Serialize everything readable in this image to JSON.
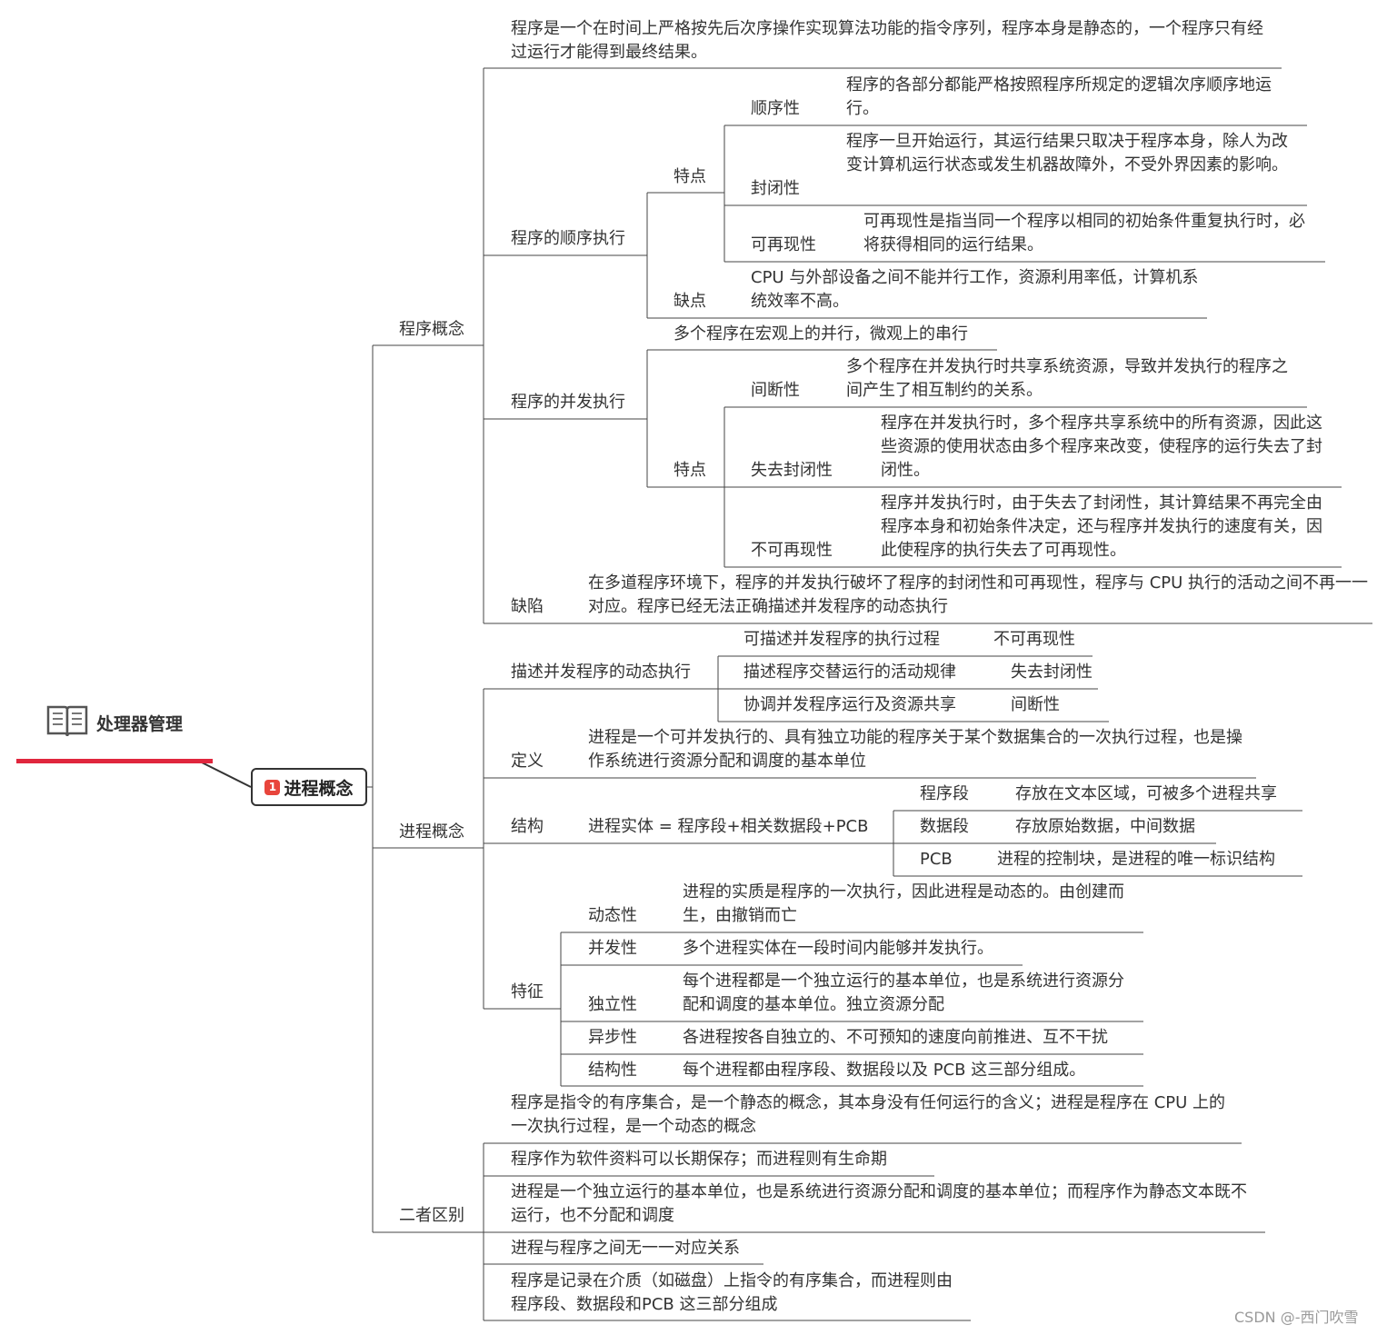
{
  "root": {
    "title": "处理器管理",
    "icon": "book-icon"
  },
  "main": {
    "badge": "1",
    "title": "进程概念"
  },
  "program_concept": {
    "label": "程序概念",
    "definition": "程序是一个在时间上严格按先后次序操作实现算法功能的指令序列，程序本身是静态的，一个程序只有经过运行才能得到最终结果。",
    "sequential": {
      "label": "程序的顺序执行",
      "features_label": "特点",
      "features": [
        {
          "name": "顺序性",
          "desc": "程序的各部分都能严格按照程序所规定的逻辑次序顺序地运行。"
        },
        {
          "name": "封闭性",
          "desc": "程序一旦开始运行，其运行结果只取决于程序本身，除人为改变计算机运行状态或发生机器故障外，不受外界因素的影响。"
        },
        {
          "name": "可再现性",
          "desc": "可再现性是指当同一个程序以相同的初始条件重复执行时，必将获得相同的运行结果。"
        }
      ],
      "drawback_label": "缺点",
      "drawback": " CPU 与外部设备之间不能并行工作，资源利用率低，计算机系统效率不高。"
    },
    "concurrent": {
      "label": "程序的并发执行",
      "summary": "多个程序在宏观上的并行，微观上的串行",
      "features_label": "特点",
      "features": [
        {
          "name": "间断性",
          "desc": "多个程序在并发执行时共享系统资源，导致并发执行的程序之间产生了相互制约的关系。"
        },
        {
          "name": "失去封闭性",
          "desc": "程序在并发执行时，多个程序共享系统中的所有资源，因此这些资源的使用状态由多个程序来改变，使程序的运行失去了封闭性。"
        },
        {
          "name": "不可再现性",
          "desc": "程序并发执行时，由于失去了封闭性，其计算结果不再完全由程序本身和初始条件决定，还与程序并发执行的速度有关，因此使程序的执行失去了可再现性。"
        }
      ]
    },
    "defect_label": "缺陷",
    "defect": "在多道程序环境下，程序的并发执行破坏了程序的封闭性和可再现性，程序与 CPU 执行的活动之间不再一一对应。程序已经无法正确描述并发程序的动态执行"
  },
  "process_concept": {
    "label": "进程概念",
    "dynamic": {
      "label": "描述并发程序的动态执行",
      "rows": [
        {
          "a": "可描述并发程序的执行过程",
          "b": "不可再现性"
        },
        {
          "a": "描述程序交替运行的活动规律",
          "b": "失去封闭性"
        },
        {
          "a": "协调并发程序运行及资源共享",
          "b": "间断性"
        }
      ]
    },
    "definition_label": "定义",
    "definition": "进程是一个可并发执行的、具有独立功能的程序关于某个数据集合的一次执行过程，也是操作系统进行资源分配和调度的基本单位",
    "structure": {
      "label": "结构",
      "formula": "进程实体 = 程序段+相关数据段+PCB",
      "parts": [
        {
          "name": "程序段",
          "desc": "存放在文本区域，可被多个进程共享"
        },
        {
          "name": "数据段",
          "desc": "存放原始数据，中间数据"
        },
        {
          "name": "PCB",
          "desc": "进程的控制块，是进程的唯一标识结构"
        }
      ]
    },
    "features": {
      "label": "特征",
      "items": [
        {
          "name": "动态性",
          "desc": "进程的实质是程序的一次执行，因此进程是动态的。由创建而生，由撤销而亡"
        },
        {
          "name": "并发性",
          "desc": "多个进程实体在一段时间内能够并发执行。"
        },
        {
          "name": "独立性",
          "desc": "每个进程都是一个独立运行的基本单位，也是系统进行资源分配和调度的基本单位。独立资源分配"
        },
        {
          "name": "异步性",
          "desc": "各进程按各自独立的、不可预知的速度向前推进、互不干扰"
        },
        {
          "name": "结构性",
          "desc": "每个进程都由程序段、数据段以及 PCB 这三部分组成。"
        }
      ]
    }
  },
  "difference": {
    "label": "二者区别",
    "items": [
      "程序是指令的有序集合，是一个静态的概念，其本身没有任何运行的含义；进程是程序在 CPU 上的一次执行过程，是一个动态的概念",
      "程序作为软件资料可以长期保存；而进程则有生命期",
      "进程是一个独立运行的基本单位，也是系统进行资源分配和调度的基本单位；而程序作为静态文本既不运行，也不分配和调度",
      "进程与程序之间无一一对应关系",
      "程序是记录在介质（如磁盘）上指令的有序集合，而进程则由程序段、数据段和PCB 这三部分组成"
    ]
  },
  "watermark": "CSDN @-西门吹雪"
}
